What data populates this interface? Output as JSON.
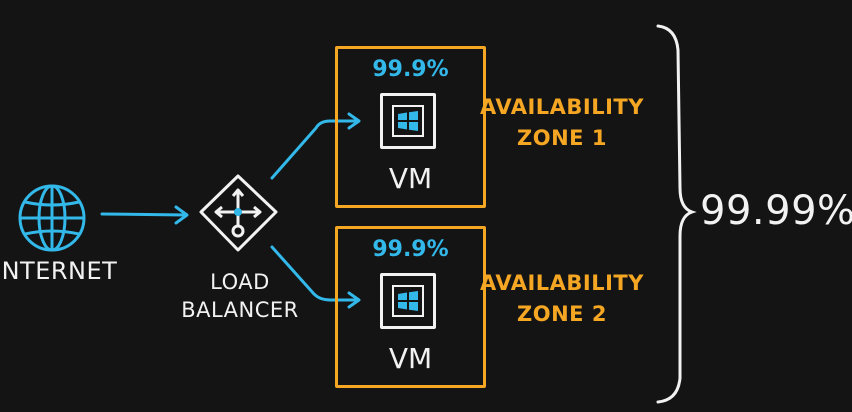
{
  "internet": {
    "label": "INTERNET",
    "icon": "globe-icon"
  },
  "load_balancer": {
    "line1": "LOAD",
    "line2": "BALANCER",
    "icon": "load-balancer-icon"
  },
  "vms": [
    {
      "sla": "99.9%",
      "label": "VM",
      "icon": "windows-vm-icon"
    },
    {
      "sla": "99.9%",
      "label": "VM",
      "icon": "windows-vm-icon"
    }
  ],
  "zones": [
    {
      "line1": "AVAILABILITY",
      "line2": "ZONE 1"
    },
    {
      "line1": "AVAILABILITY",
      "line2": "ZONE 2"
    }
  ],
  "combined_sla": "99.99%",
  "colors": {
    "background": "#141414",
    "arrow": "#33b8ea",
    "zone_border": "#f5a623",
    "text": "#f2f2f2"
  }
}
